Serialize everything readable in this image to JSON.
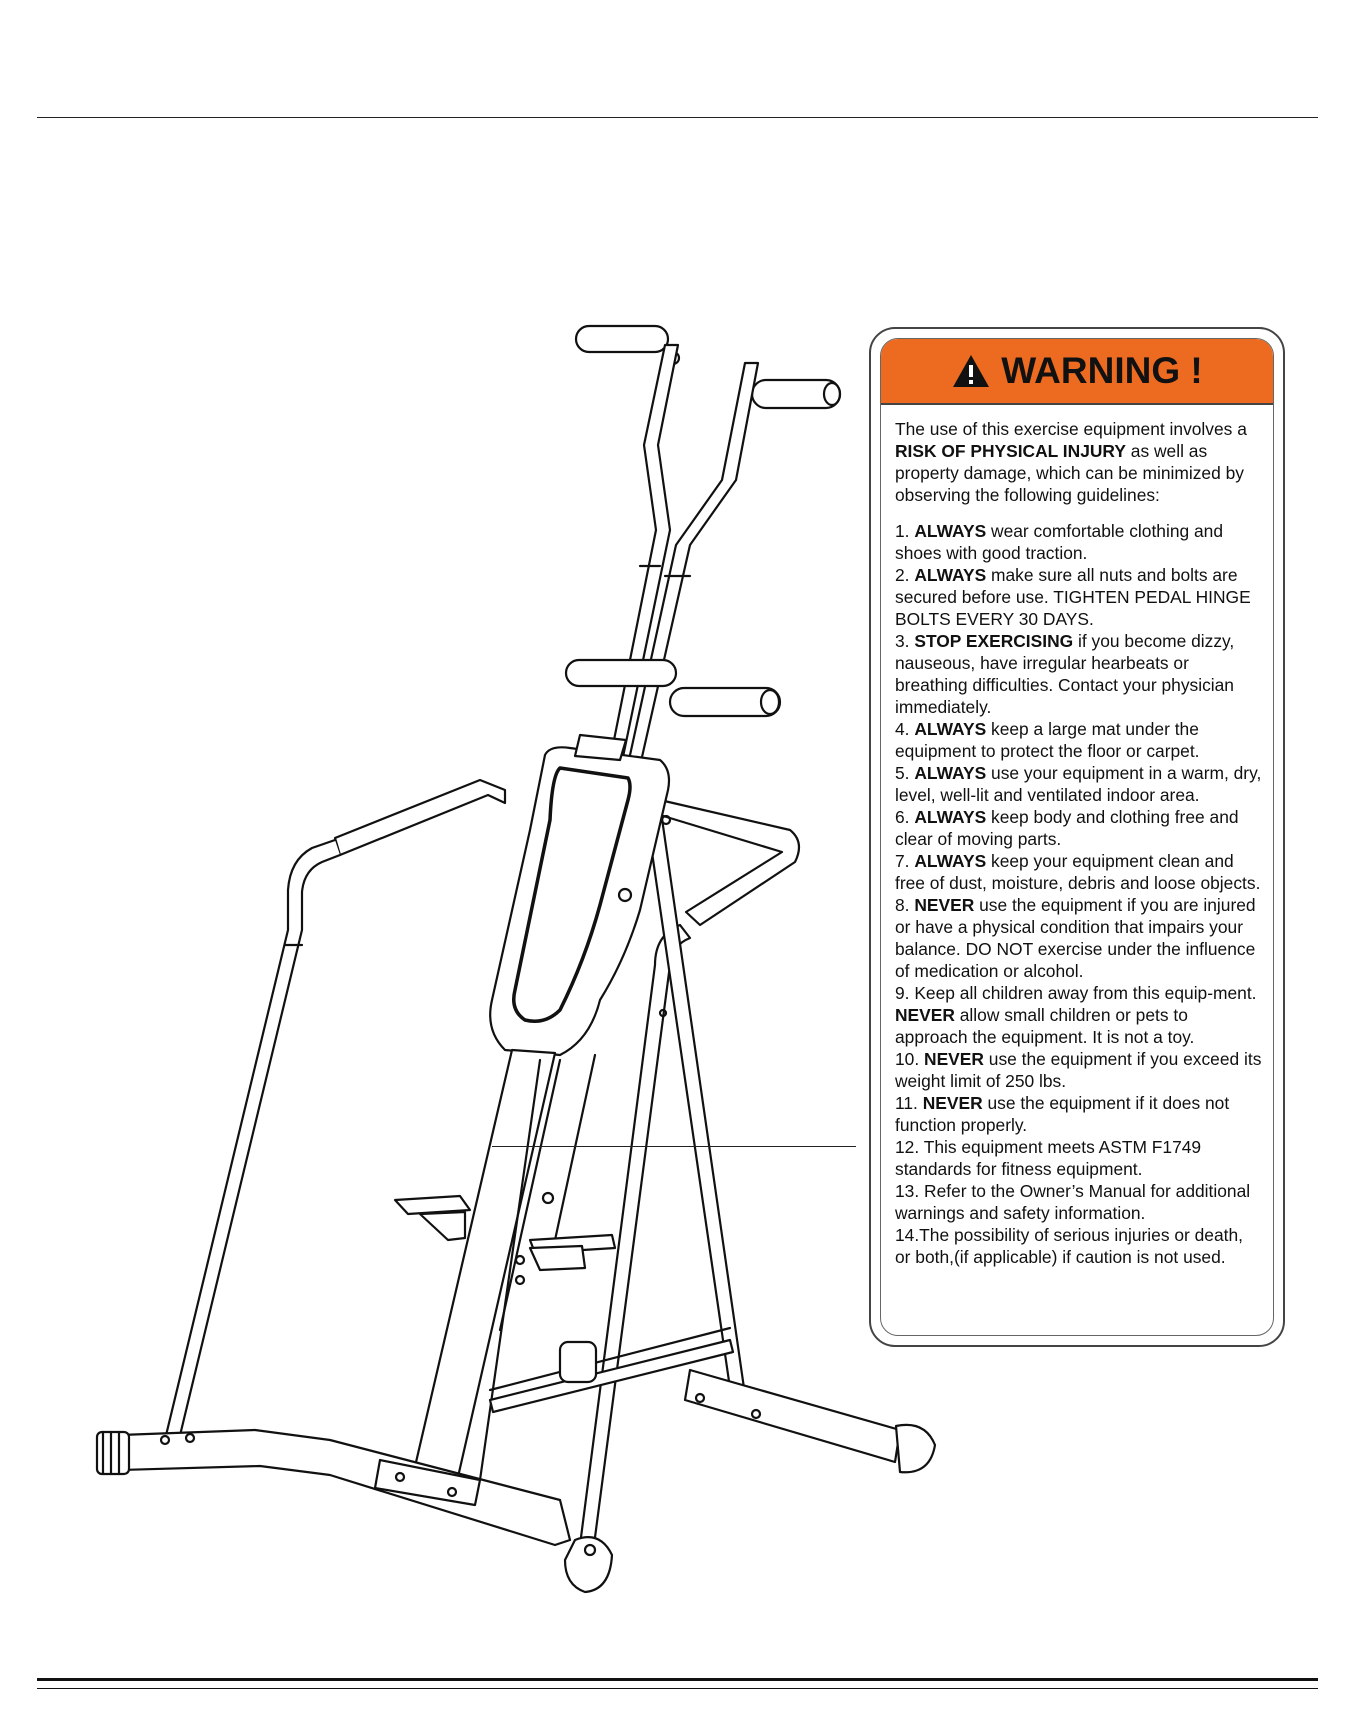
{
  "warning": {
    "title": "WARNING !",
    "icon": "warning-triangle-icon",
    "header_color": "#ec6b21",
    "intro": {
      "before": "The use of this exercise equipment involves a ",
      "bold": "RISK OF PHYSICAL INJURY",
      "after": "  as well as property damage, which can be minimized by observing the following guidelines:"
    },
    "items": [
      {
        "num": "1. ",
        "bold": "ALWAYS",
        "text": " wear comfortable clothing and shoes with good traction."
      },
      {
        "num": "2. ",
        "bold": "ALWAYS",
        "text": " make sure all nuts and bolts are secured before use. TIGHTEN PEDAL HINGE BOLTS EVERY 30 DAYS."
      },
      {
        "num": "3. ",
        "bold": "STOP EXERCISING",
        "text": "  if you become dizzy, nauseous, have irregular hearbeats or breathing difficulties. Contact your physician immediately."
      },
      {
        "num": "4. ",
        "bold": "ALWAYS",
        "text": " keep a large mat under the equipment to protect the floor or carpet."
      },
      {
        "num": "5. ",
        "bold": "ALWAYS",
        "text": " use your equipment in a warm, dry, level, well-lit and ventilated indoor area."
      },
      {
        "num": "6. ",
        "bold": "ALWAYS",
        "text": " keep body and clothing free and clear of moving parts."
      },
      {
        "num": "7. ",
        "bold": "ALWAYS",
        "text": " keep your equipment clean and free of dust, moisture, debris and loose objects."
      },
      {
        "num": "8. ",
        "bold": "NEVER",
        "text": " use the equipment if you are injured or have a physical condition that impairs your balance. DO NOT exercise under the influence of medication or alcohol."
      },
      {
        "num": "9. Keep all children away from this equip-ment. ",
        "bold": "NEVER",
        "text": " allow small children or pets to approach the equipment. It is not a toy."
      },
      {
        "num": "10. ",
        "bold": "NEVER",
        "text": " use the equipment if you exceed its weight limit of 250 lbs."
      },
      {
        "num": "11. ",
        "bold": "NEVER",
        "text": " use the equipment if it does not function properly."
      },
      {
        "num": "12. This equipment meets ASTM F1749 standards for fitness equipment.",
        "bold": "",
        "text": ""
      },
      {
        "num": "13. Refer to the Owner’s Manual for additional warnings and safety information.",
        "bold": "",
        "text": ""
      },
      {
        "num": "14.The possibility of serious injuries or death, or both,(if applicable) if caution is not used.",
        "bold": "",
        "text": ""
      }
    ]
  },
  "illustration": {
    "icon": "stair-climber-illustration"
  }
}
